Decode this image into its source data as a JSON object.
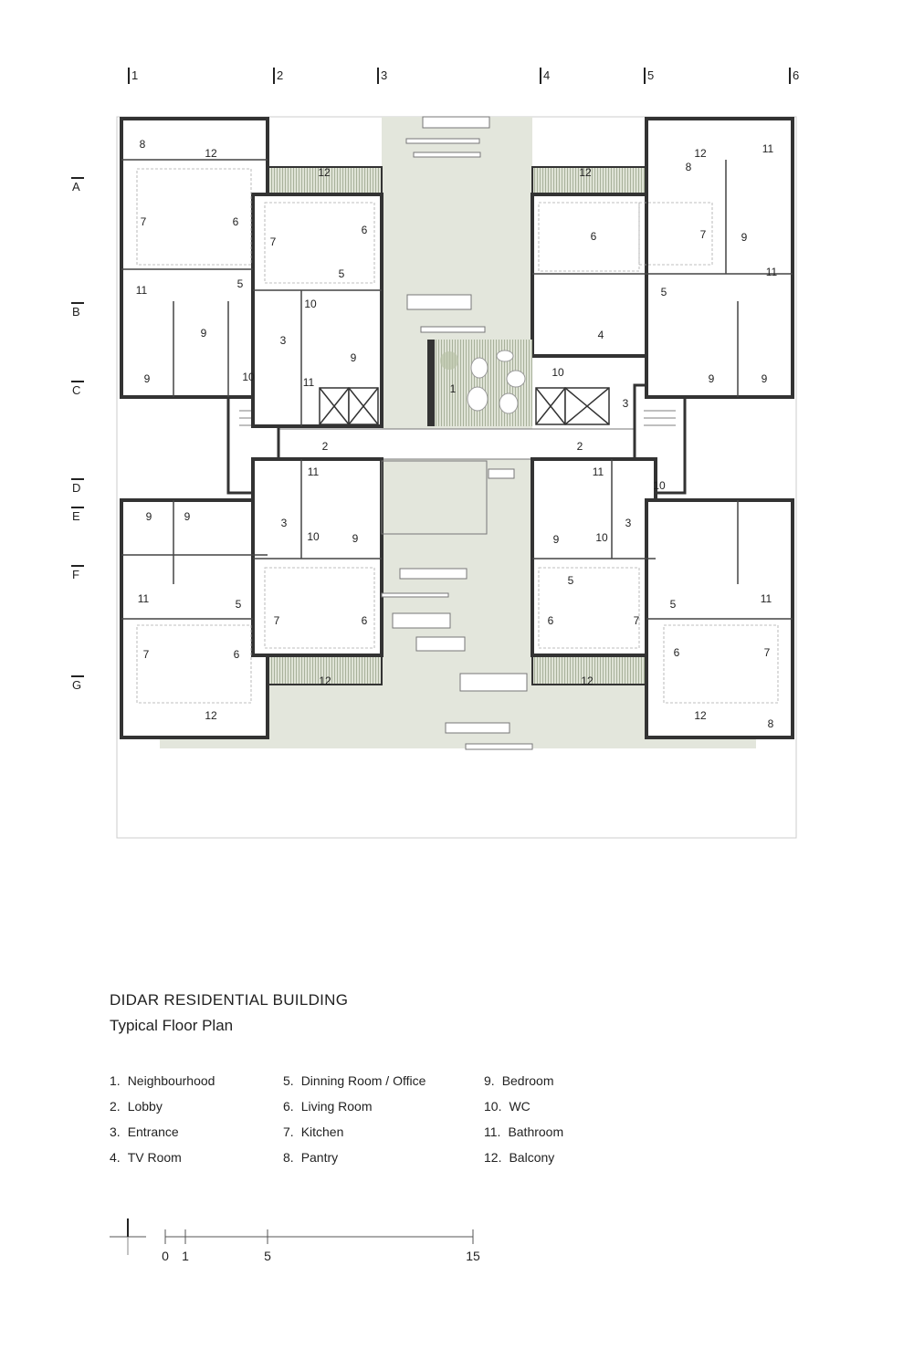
{
  "grid": {
    "columns": [
      "1",
      "2",
      "3",
      "4",
      "5",
      "6"
    ],
    "rows": [
      "A",
      "B",
      "C",
      "D",
      "E",
      "F",
      "G"
    ]
  },
  "plan": {
    "room_labels": [
      "8",
      "12",
      "7",
      "6",
      "5",
      "11",
      "9",
      "9",
      "10",
      "3",
      "12",
      "7",
      "6",
      "5",
      "10",
      "9",
      "11",
      "12",
      "8",
      "12",
      "11",
      "6",
      "7",
      "9",
      "11",
      "5",
      "4",
      "10",
      "3",
      "9",
      "9",
      "1",
      "2",
      "2",
      "11",
      "3",
      "10",
      "9",
      "9",
      "9",
      "11",
      "5",
      "7",
      "6",
      "7",
      "6",
      "12",
      "12",
      "11",
      "10",
      "9",
      "10",
      "3",
      "5",
      "6",
      "7",
      "5",
      "6",
      "7",
      "11",
      "12",
      "12",
      "8"
    ]
  },
  "title": "DIDAR RESIDENTIAL BUILDING",
  "subtitle": "Typical Floor Plan",
  "legend": [
    {
      "num": "1.",
      "label": "Neighbourhood"
    },
    {
      "num": "2.",
      "label": "Lobby"
    },
    {
      "num": "3.",
      "label": "Entrance"
    },
    {
      "num": "4.",
      "label": "TV Room"
    },
    {
      "num": "5.",
      "label": "Dinning Room / Office"
    },
    {
      "num": "6.",
      "label": "Living Room"
    },
    {
      "num": "7.",
      "label": "Kitchen"
    },
    {
      "num": "8.",
      "label": "Pantry"
    },
    {
      "num": "9.",
      "label": "Bedroom"
    },
    {
      "num": "10.",
      "label": "WC"
    },
    {
      "num": "11.",
      "label": "Bathroom"
    },
    {
      "num": "12.",
      "label": "Balcony"
    }
  ],
  "scale_bar": {
    "ticks": [
      "0",
      "1",
      "5",
      "15"
    ]
  },
  "colors": {
    "wall": "#333333",
    "courtyard": "#e3e6dc",
    "balcony": "#c8cfbc",
    "frame": "#cccccc"
  }
}
